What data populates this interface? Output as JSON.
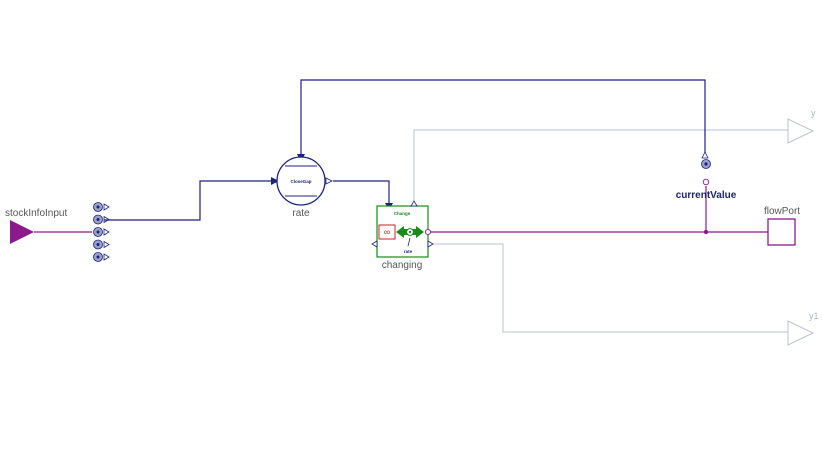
{
  "diagram": {
    "labels": {
      "stock_info_input": "stockInfoInput",
      "rate": "rate",
      "close_gap": "CloseGap",
      "changing": "changing",
      "change": "Change",
      "change_rate": "rate",
      "current_value": "currentValue",
      "flow_port": "flowPort",
      "y": "y",
      "y1": "y1"
    },
    "colors": {
      "signal_blue": "#1a237e",
      "flow_purple": "#8b1a8b",
      "faint_blue": "#b8c0d8",
      "green": "#1a8a1a",
      "red": "#cc2222"
    }
  }
}
